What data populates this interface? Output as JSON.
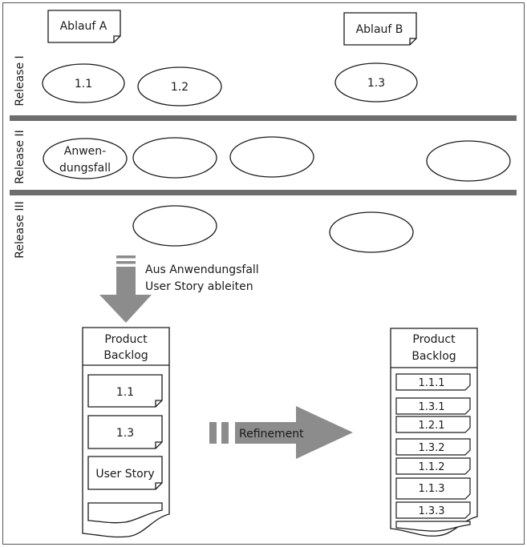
{
  "flows": [
    {
      "name": "Ablauf A"
    },
    {
      "name": "Ablauf B"
    }
  ],
  "releases": [
    {
      "label": "Release I",
      "items": [
        "1.1",
        "1.2",
        "1.3"
      ]
    },
    {
      "label": "Release II",
      "items": [
        "Anwen-\ndungsfall",
        "",
        "",
        ""
      ]
    },
    {
      "label": "Release III",
      "items": [
        "",
        ""
      ]
    }
  ],
  "derive_step": {
    "line1": "Aus Anwendungsfall",
    "line2": "User Story ableiten"
  },
  "backlog_left": {
    "title_line1": "Product",
    "title_line2": "Backlog",
    "cards": [
      "1.1",
      "1.3",
      "User Story"
    ]
  },
  "refinement_label": "Refinement",
  "backlog_right": {
    "title_line1": "Product",
    "title_line2": "Backlog",
    "cards": [
      "1.1.1",
      "1.3.1",
      "1.2.1",
      "1.3.2",
      "1.1.2",
      "1.1.3",
      "1.3.3"
    ]
  },
  "colors": {
    "divider": "#6d6d6d",
    "arrow": "#8c8c8c",
    "stroke": "#1a1a1a"
  }
}
